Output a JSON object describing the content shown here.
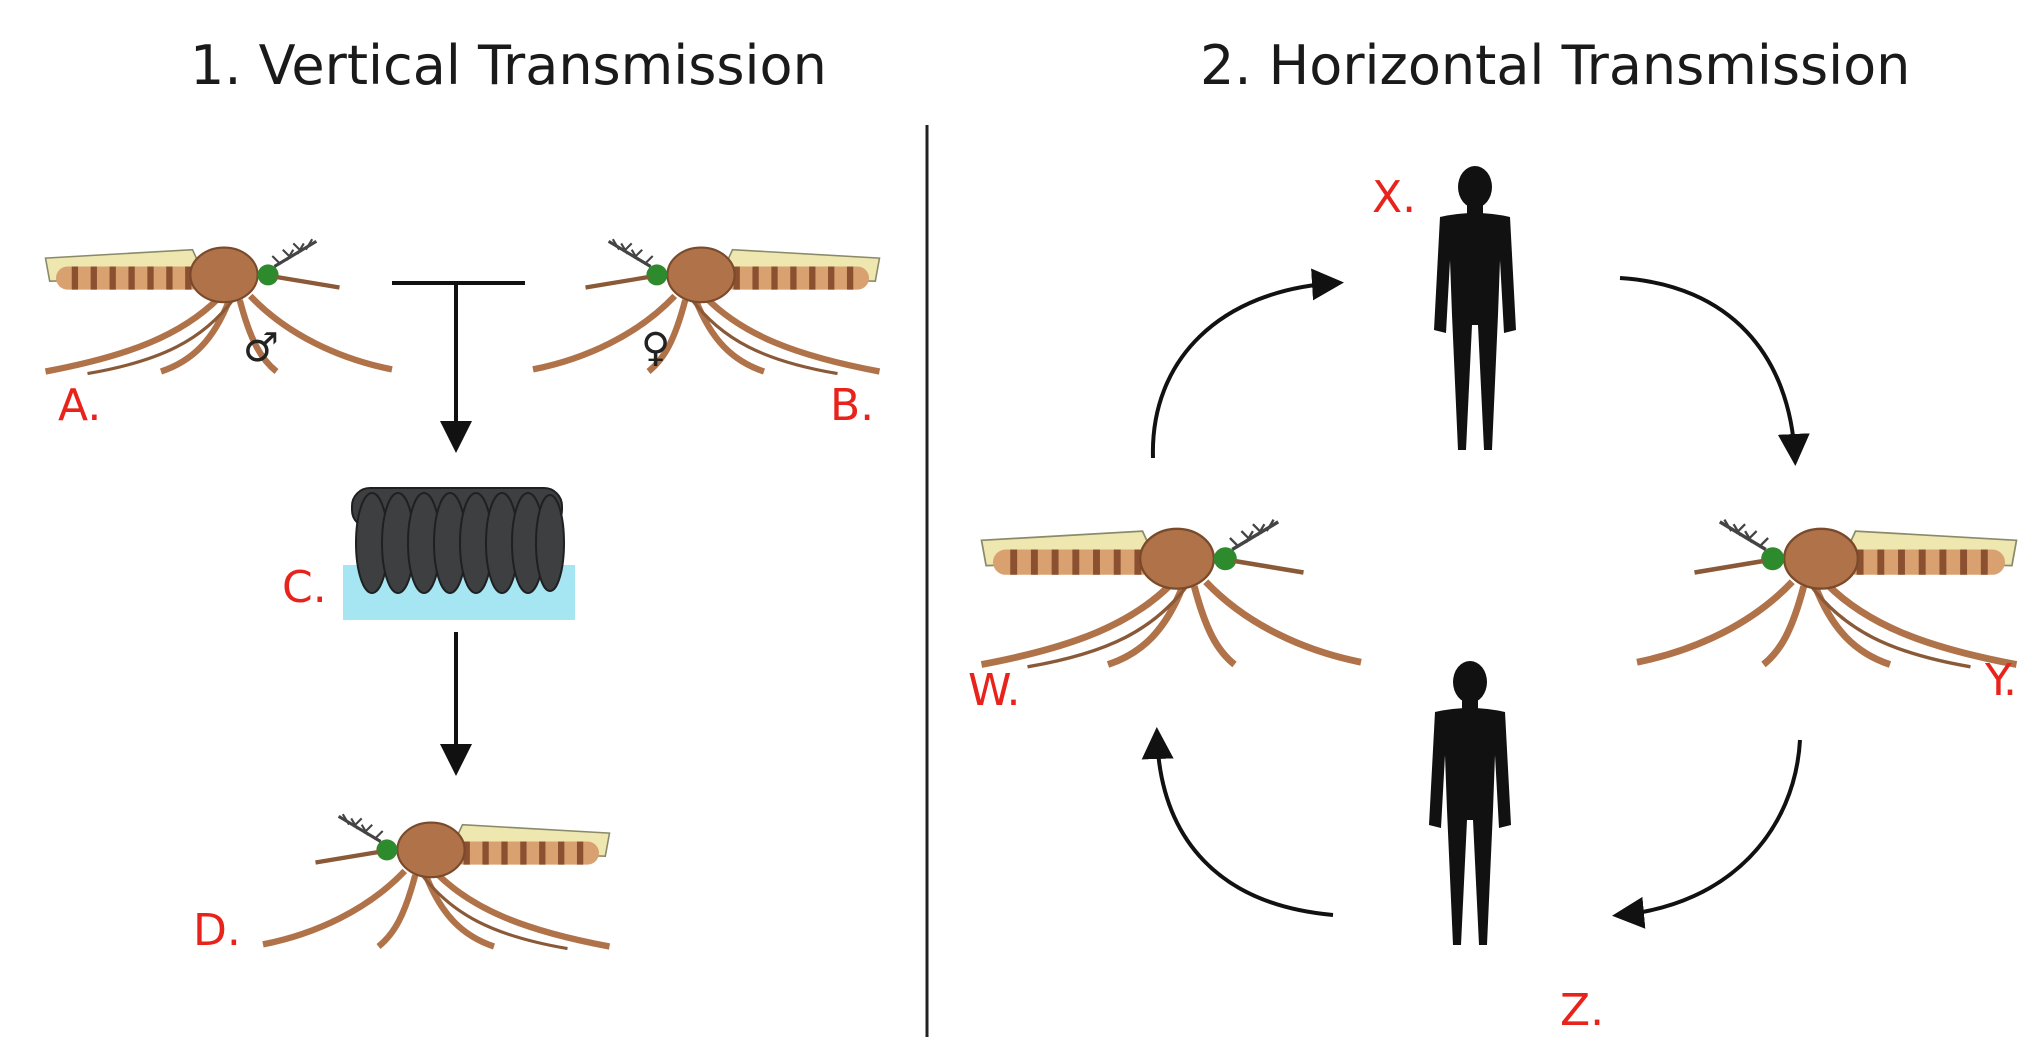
{
  "panels": {
    "vertical": {
      "title": "1. Vertical Transmission",
      "labels": {
        "a": "A.",
        "b": "B.",
        "c": "C.",
        "d": "D."
      },
      "male_symbol": "♂",
      "female_symbol": "♀"
    },
    "horizontal": {
      "title": "2. Horizontal Transmission",
      "labels": {
        "w": "W.",
        "x": "X.",
        "y": "Y.",
        "z": "Z."
      }
    }
  },
  "colors": {
    "label": "#e8231c",
    "arrow": "#111111",
    "silhouette": "#111111",
    "egg": "#3d3f41",
    "water": "#a6e6f2",
    "mosquito_body": "#b07248",
    "mosquito_wing": "#efe7b0",
    "mosquito_eye": "#2d8a2d"
  }
}
